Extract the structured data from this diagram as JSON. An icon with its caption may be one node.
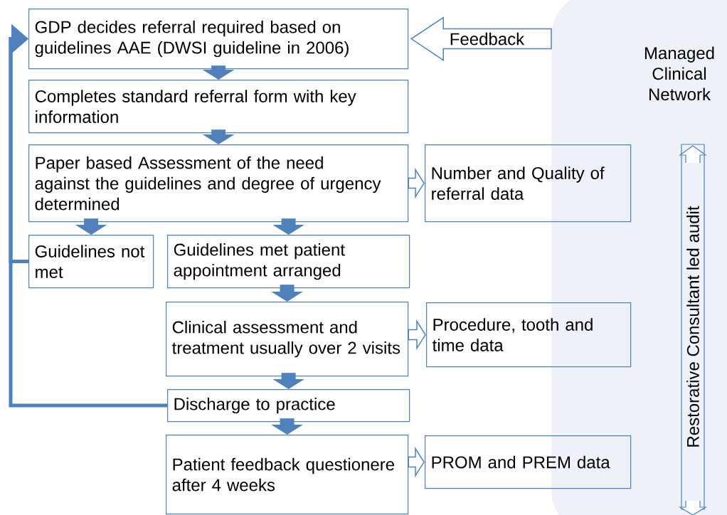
{
  "diagram": {
    "nodes": [
      {
        "text": [
          "GDP decides referral required based on guidelines AAE (DWSI guideline in 2006)"
        ]
      },
      {
        "text": [
          "Completes standard referral form with key information"
        ]
      },
      {
        "text": [
          "Paper based Assessment of the need against the guidelines and degree of urgency determined"
        ]
      },
      {
        "text": [
          "Guidelines not met"
        ]
      },
      {
        "text": [
          "Guidelines met patient appointment arranged"
        ]
      },
      {
        "text": [
          "Clinical assessment and treatment usually over 2 visits"
        ]
      },
      {
        "text": [
          "Discharge to practice"
        ]
      },
      {
        "text": [
          "Patient feedback questionere after 4 weeks"
        ]
      },
      {
        "text": [
          "Number and Quality of referral data"
        ]
      },
      {
        "text": [
          "Procedure, tooth and time data"
        ]
      },
      {
        "text": [
          "PROM and PREM data"
        ]
      },
      {
        "text": [
          "Managed Clinical Network"
        ]
      },
      {
        "text": [
          "Restorative Consultant led audit"
        ],
        "in": 11
      }
    ],
    "edges": [
      {
        "from": 0,
        "to": 1,
        "arrow": "to"
      },
      {
        "from": 1,
        "to": 2,
        "arrow": "to"
      },
      {
        "from": 2,
        "to": 3,
        "arrow": "to"
      },
      {
        "from": 2,
        "to": 4,
        "arrow": "to"
      },
      {
        "from": 4,
        "to": 5,
        "arrow": "to"
      },
      {
        "from": 5,
        "to": 6,
        "arrow": "to"
      },
      {
        "from": 6,
        "to": 7,
        "arrow": "to"
      },
      {
        "from": 2,
        "to": 8,
        "arrow": "to"
      },
      {
        "from": 5,
        "to": 9,
        "arrow": "to"
      },
      {
        "from": 7,
        "to": 10,
        "arrow": "to"
      },
      {
        "from": 11,
        "to": 0,
        "arrow": "to",
        "label": "Feedback"
      },
      {
        "from": 3,
        "to": 0,
        "arrow": "to"
      },
      {
        "from": 6,
        "to": 0,
        "arrow": "to"
      }
    ]
  }
}
